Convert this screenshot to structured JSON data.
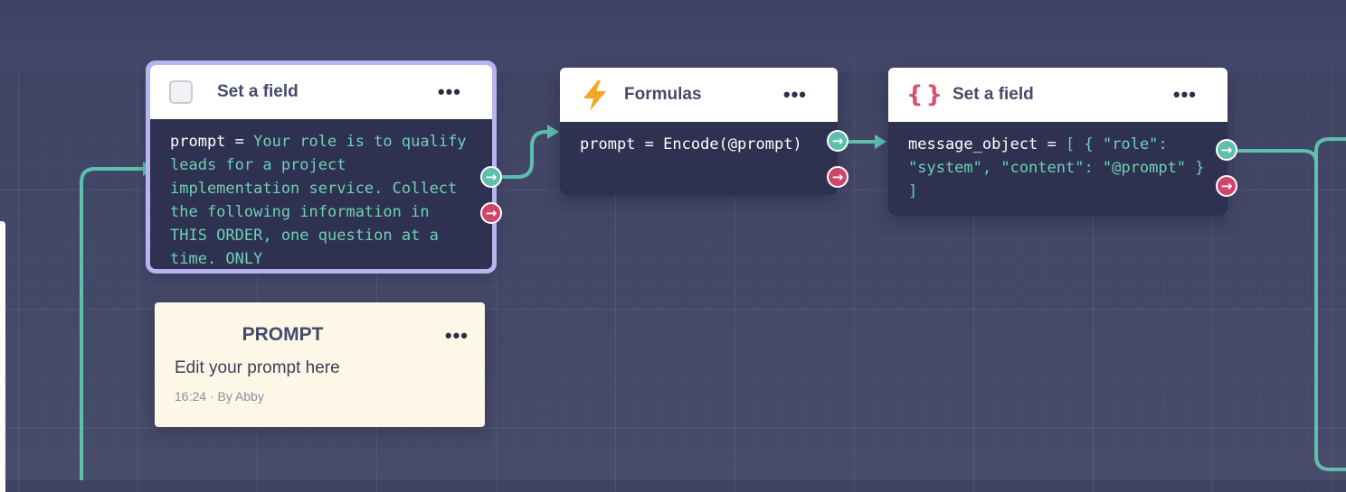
{
  "nodes": {
    "set_field_1": {
      "title": "Set a field",
      "menu": "•••",
      "field": "prompt",
      "op": " = ",
      "value": "Your role is to qualify leads for a project implementation service. Collect the following information in THIS ORDER, one question at a time. ONLY"
    },
    "formulas": {
      "title": "Formulas",
      "menu": "•••",
      "field": "prompt",
      "op": " = ",
      "value": "Encode(@prompt)"
    },
    "set_field_2": {
      "title": "Set a field",
      "menu": "•••",
      "field": "message_object",
      "op": " = ",
      "value": "[ { \"role\": \"system\", \"content\": \"@prompt\" } ]"
    }
  },
  "note": {
    "title": "PROMPT",
    "menu": "•••",
    "text": "Edit your prompt here",
    "meta": "16:24 · By Abby"
  },
  "ports": {
    "success": "→",
    "failure": "→"
  },
  "colors": {
    "canvas": "#464a69",
    "wire": "#5ebfad",
    "success_port": "#5ebfad",
    "failure_port": "#d0466b",
    "value_text": "#6fd0b7",
    "selection": "#b7b4f0",
    "bolt": "#f6a623",
    "braces": "#d9536c"
  },
  "icons": {
    "set_field_1": "checkbox-icon",
    "formulas": "lightning-bolt-icon",
    "set_field_2": "curly-braces-icon"
  }
}
